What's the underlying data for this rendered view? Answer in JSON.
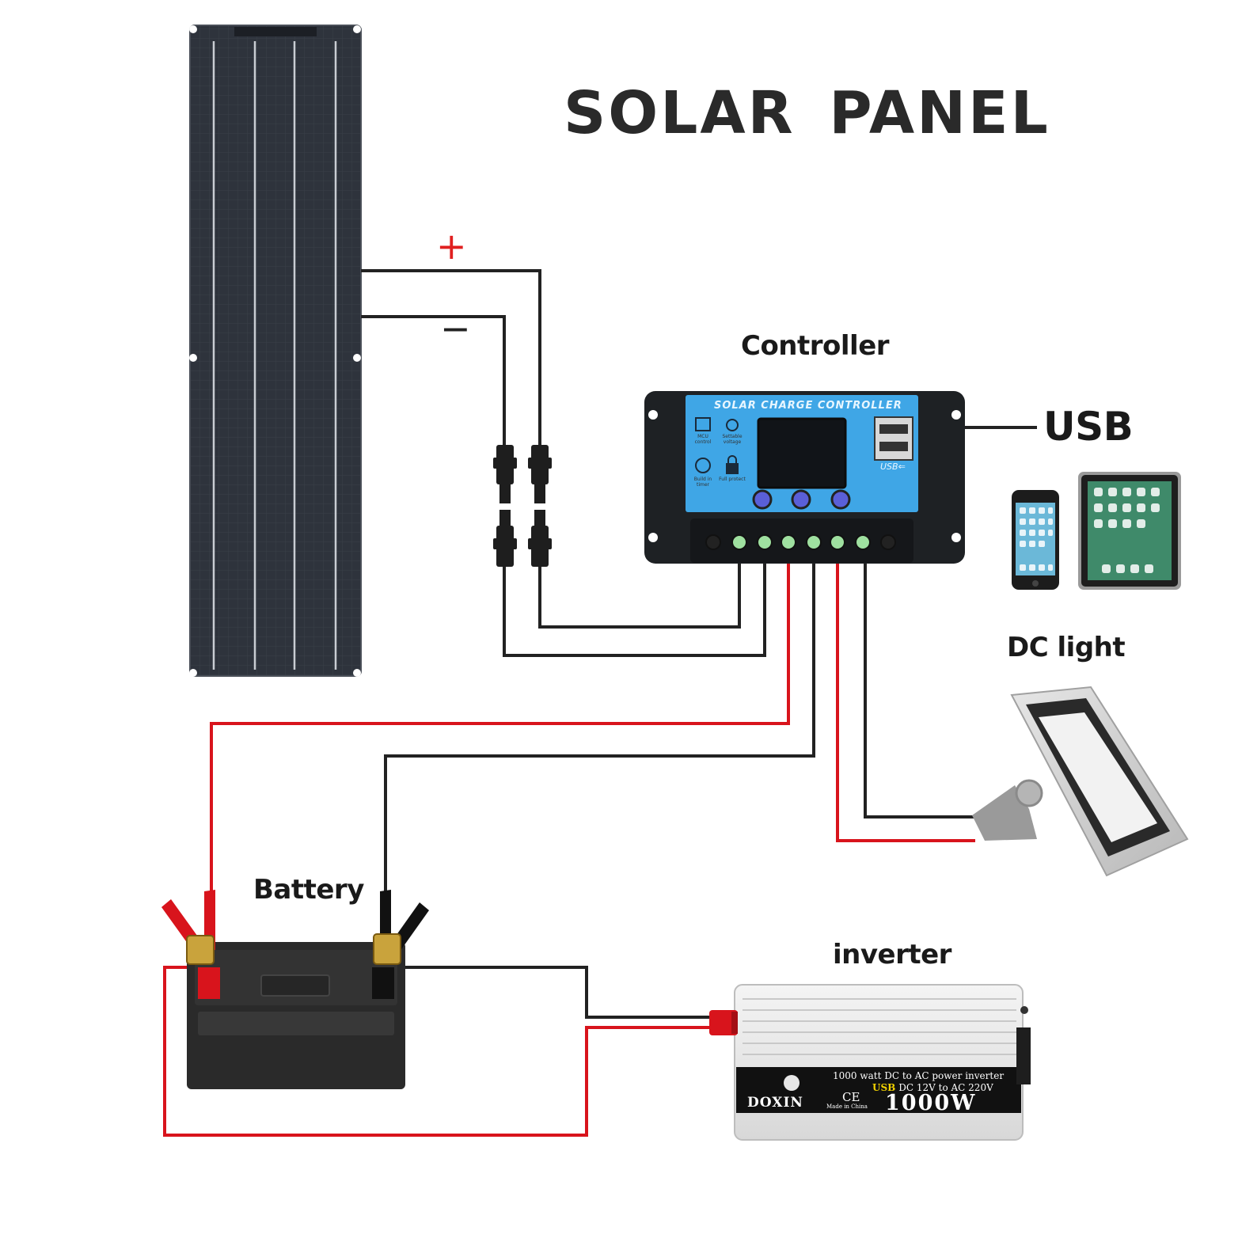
{
  "title": "SOLAR PANEL",
  "labels": {
    "controller": "Controller",
    "usb": "USB",
    "dc_light": "DC light",
    "battery": "Battery",
    "inverter": "inverter"
  },
  "polarity": {
    "positive": "+",
    "negative": "−"
  },
  "controller_device": {
    "header": "SOLAR CHARGE CONTROLLER",
    "icons": [
      "MCU control",
      "Settable voltage",
      "Build in timer",
      "Full protect"
    ]
  },
  "inverter_device": {
    "line1": "1000 watt DC to AC power inverter",
    "usb": "USB",
    "line2": "DC 12V to AC 220V",
    "power": "1000W",
    "brand": "DOXIN",
    "ce": "CE",
    "made": "Made in China"
  },
  "colors": {
    "wire_positive": "#d8141c",
    "wire_negative": "#222222",
    "panel": "#2b3038",
    "controller_screen": "#3fa6e6"
  }
}
